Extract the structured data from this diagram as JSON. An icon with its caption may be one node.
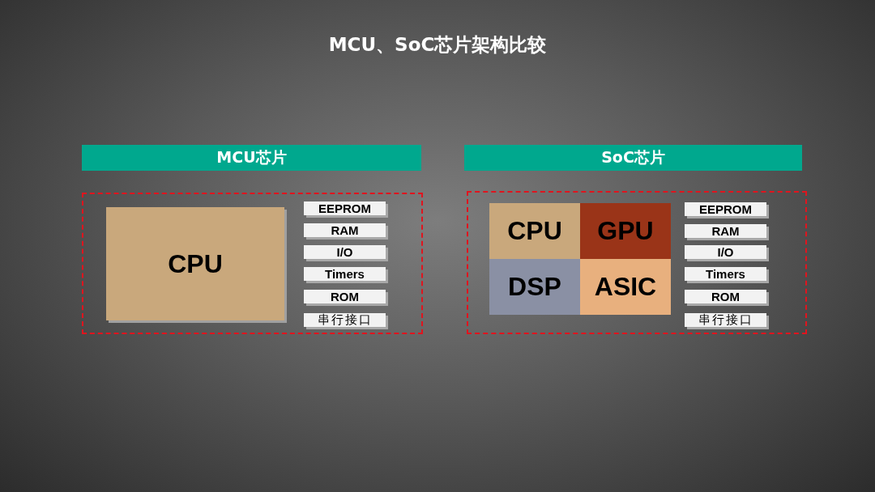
{
  "diagram": {
    "title": "MCU、SoC芯片架构比较",
    "nodes": [
      {
        "text": [
          "MCU芯片"
        ]
      },
      {
        "text": [],
        "shape": "box"
      },
      {
        "text": [
          "CPU"
        ],
        "in": 1
      },
      {
        "text": [
          "EEPROM"
        ],
        "in": 1
      },
      {
        "text": [
          "RAM"
        ],
        "in": 1
      },
      {
        "text": [
          "I/O"
        ],
        "in": 1
      },
      {
        "text": [
          "Timers"
        ],
        "in": 1
      },
      {
        "text": [
          "ROM"
        ],
        "in": 1
      },
      {
        "text": [
          "串行接口"
        ],
        "in": 1
      },
      {
        "text": [
          "SoC芯片"
        ]
      },
      {
        "text": [],
        "shape": "box"
      },
      {
        "text": [
          "CPU"
        ],
        "in": 10
      },
      {
        "text": [
          "GPU"
        ],
        "in": 10
      },
      {
        "text": [
          "DSP"
        ],
        "in": 10
      },
      {
        "text": [
          "ASIC"
        ],
        "in": 10
      },
      {
        "text": [
          "EEPROM"
        ],
        "in": 10
      },
      {
        "text": [
          "RAM"
        ],
        "in": 10
      },
      {
        "text": [
          "I/O"
        ],
        "in": 10
      },
      {
        "text": [
          "Timers"
        ],
        "in": 10
      },
      {
        "text": [
          "ROM"
        ],
        "in": 10
      },
      {
        "text": [
          "串行接口"
        ],
        "in": 10
      }
    ]
  }
}
